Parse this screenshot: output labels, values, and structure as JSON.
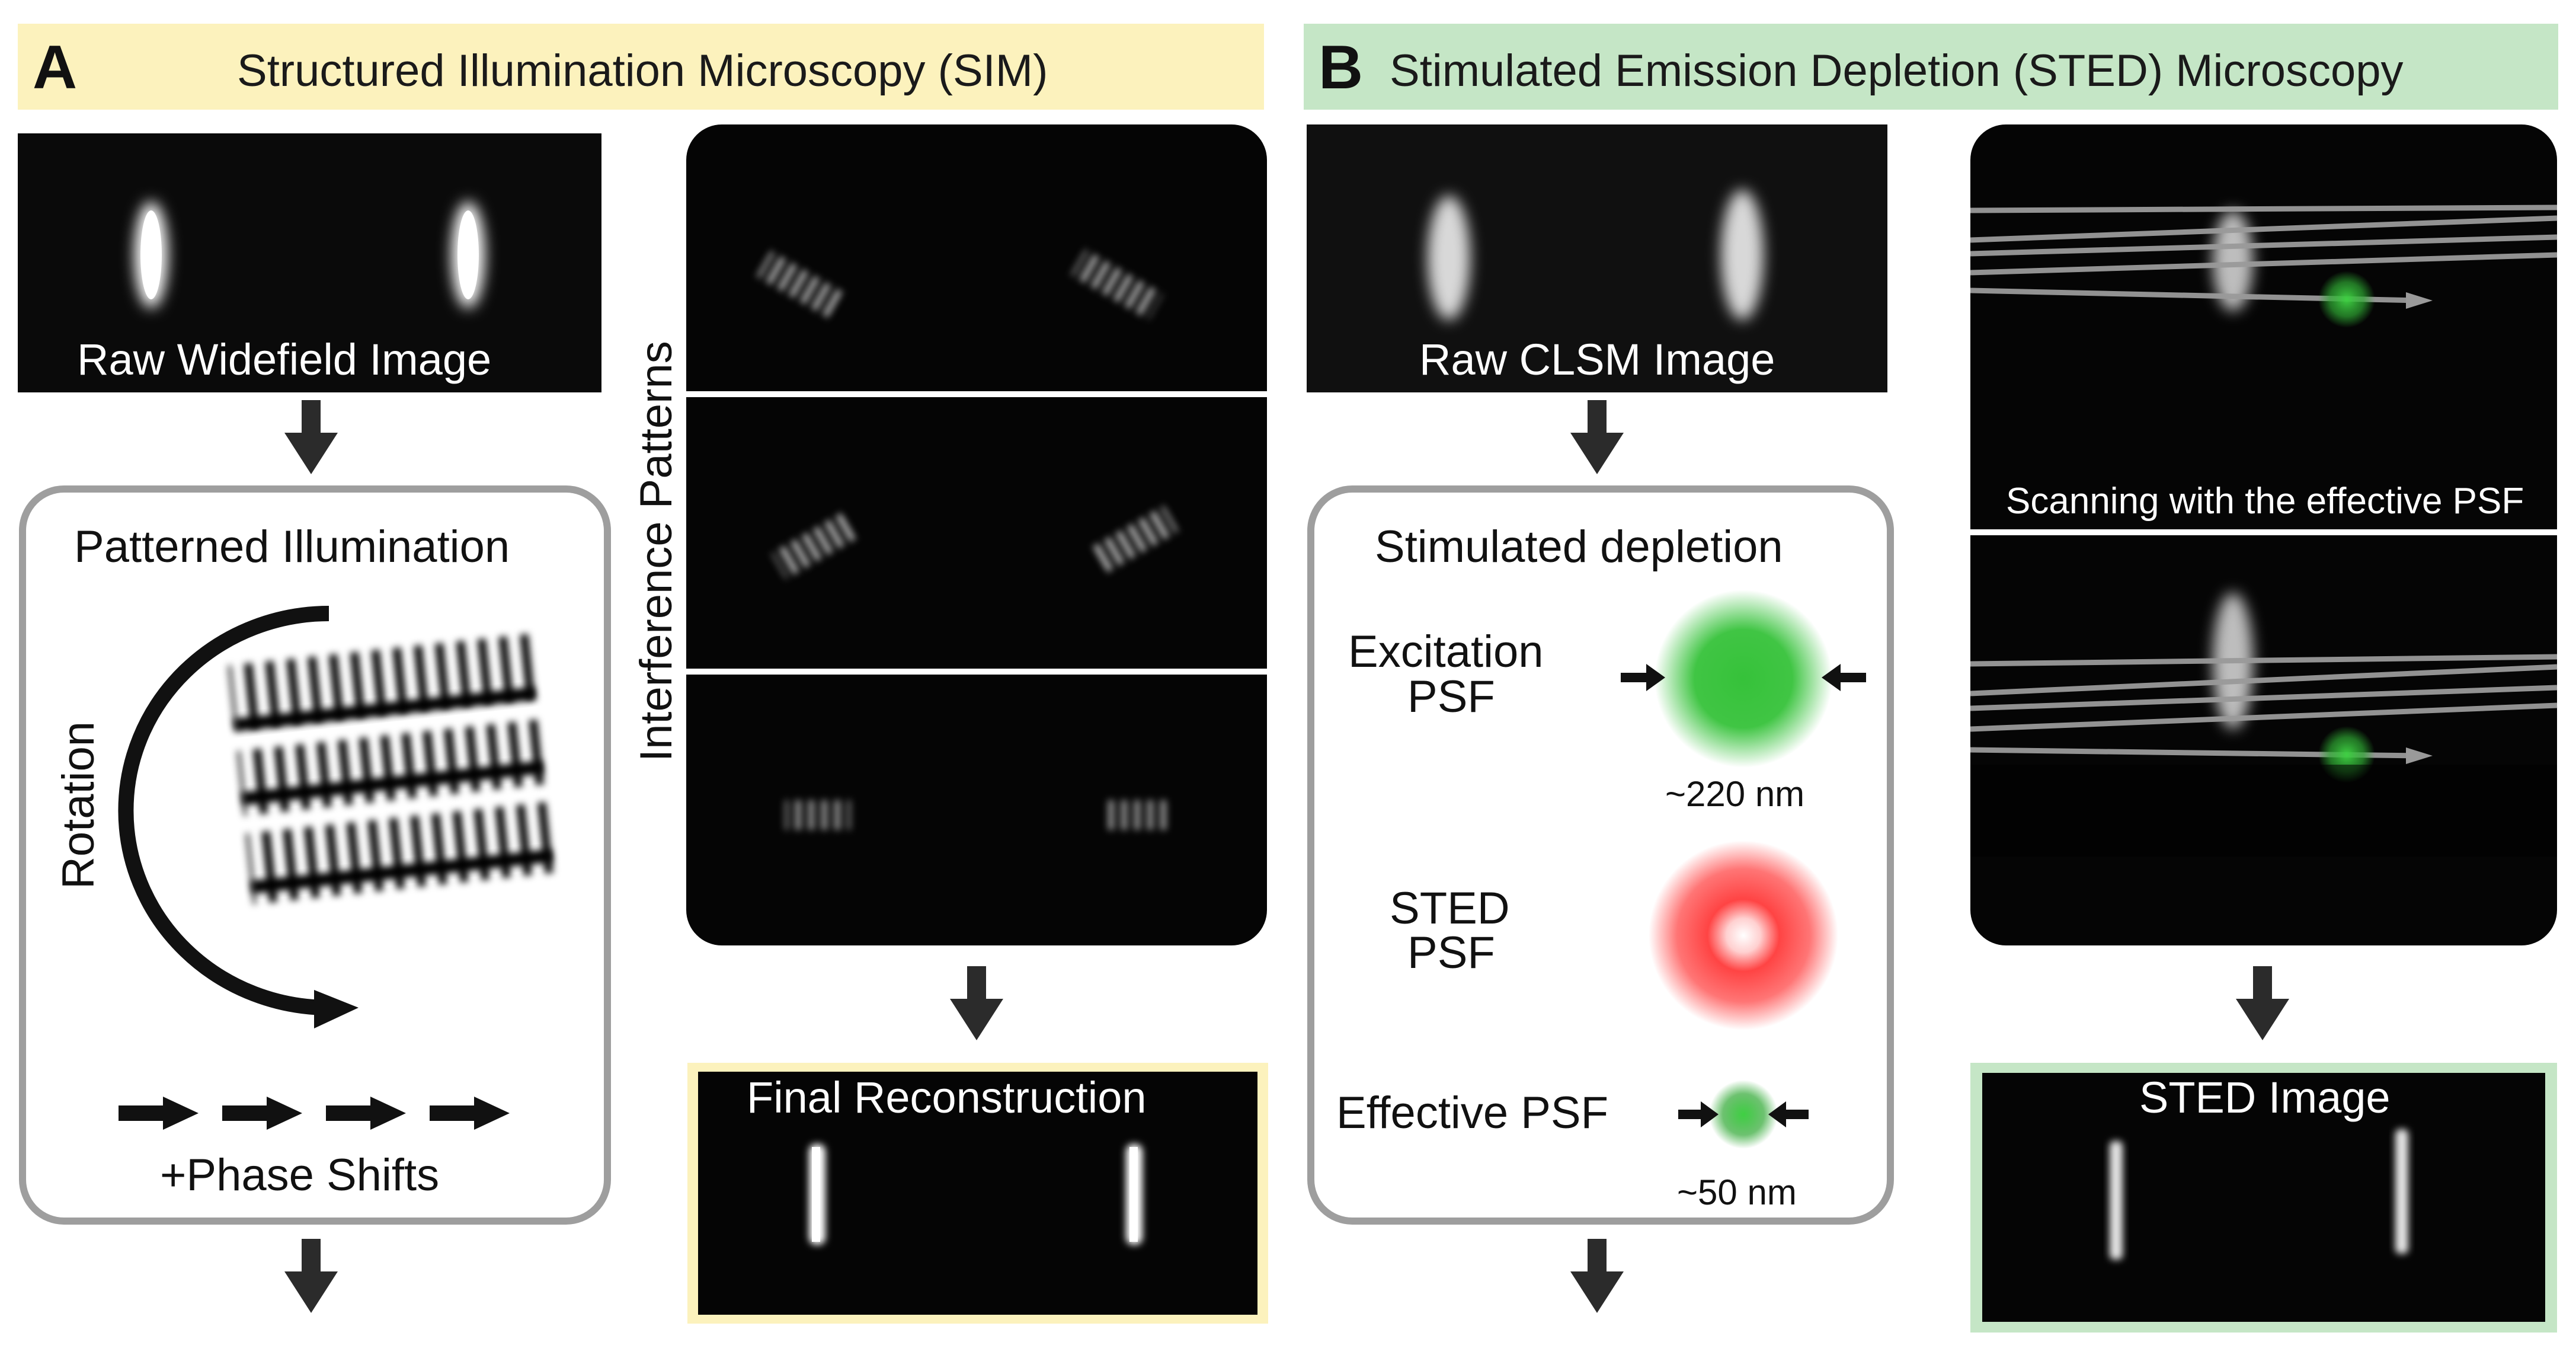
{
  "panel_a": {
    "letter": "A",
    "title": "Structured Illumination Microscopy (SIM)",
    "raw_caption": "Raw Widefield Image",
    "box_title": "Patterned Illumination",
    "rotation_label": "Rotation",
    "phase_label": "+Phase Shifts",
    "interference_label": "Interference Patterns",
    "final_caption": "Final Reconstruction"
  },
  "panel_b": {
    "letter": "B",
    "title": "Stimulated Emission Depletion (STED) Microscopy",
    "raw_caption": "Raw CLSM Image",
    "box_title": "Stimulated depletion",
    "excitation_label_1": "Excitation",
    "excitation_label_2": "PSF",
    "excitation_size": "~220 nm",
    "sted_label_1": "STED",
    "sted_label_2": "PSF",
    "effective_label": "Effective PSF",
    "effective_size": "~50 nm",
    "scan_caption": "Scanning with the effective PSF",
    "final_caption": "STED Image"
  },
  "colors": {
    "sim_header": "#fcf2bd",
    "sted_header": "#c5e6c6",
    "box_border": "#9e9e9e",
    "excitation_green": "#36c23a",
    "sted_red": "#ff3a3a",
    "arrow": "#2b2b2b"
  }
}
